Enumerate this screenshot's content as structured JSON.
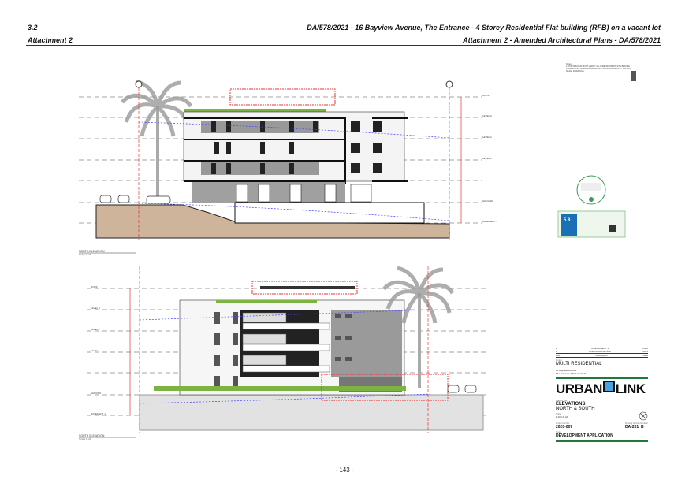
{
  "header": {
    "item_no": "3.2",
    "attachment": "Attachment 2",
    "title": "DA/578/2021 - 16 Bayview Avenue, The Entrance - 4 Storey Residential Flat building (RFB) on a vacant lot",
    "subtitle": "Attachment 2 - Amended Architectural Plans - DA/578/2021"
  },
  "page_number": "- 143 -",
  "levels": [
    "ROOF",
    "LEVEL 3",
    "LEVEL 2",
    "LEVEL 1",
    "GROUND",
    "BASEMENT 1"
  ],
  "elevations": {
    "north": {
      "label": "NORTH ELEVATION",
      "scale": "SCALE 1:100"
    },
    "south": {
      "label": "SOUTH ELEVATION",
      "scale": "SCALE 1:100"
    }
  },
  "notes": {
    "title": "Notes:",
    "text": "1. CONTRACTOR MUST VERIFY ALL DIMENSIONS ON SITE BEFORE COMMENCING WORK OR PREPARING SHOP DRAWINGS. 2. DO NOT SCALE DRAWINGS."
  },
  "badges": {
    "nathers_rating": "5.8"
  },
  "title_block": {
    "revisions": [
      {
        "rev": "B",
        "desc": "AMENDMENT 1",
        "date": "2022"
      },
      {
        "rev": "A",
        "desc": "FOR DA APPROVAL",
        "date": "2021"
      }
    ],
    "rev_header": [
      "Rev",
      "Description",
      "Date"
    ],
    "project_label": "Project",
    "project": "MULTI RESIDENTIAL",
    "address": "16 Bayview Avenue",
    "suburb": "The Entrance NSW, Australia",
    "logo": {
      "left": "URBAN",
      "right": "LINK"
    },
    "drawing_title_label": "Drawing Title",
    "drawing_title_1": "ELEVATIONS",
    "drawing_title_2": "NORTH & SOUTH",
    "scale_label": "Scale",
    "scale": "1:100 @ A1",
    "project_number_label": "Project Number",
    "project_number": "2020-007",
    "drawing_number_label": "Drawing Number",
    "drawing_number": "DA-201",
    "revision_label": "Revision",
    "revision": "B",
    "status_label": "Status",
    "status": "DEVELOPMENT APPLICATION"
  }
}
